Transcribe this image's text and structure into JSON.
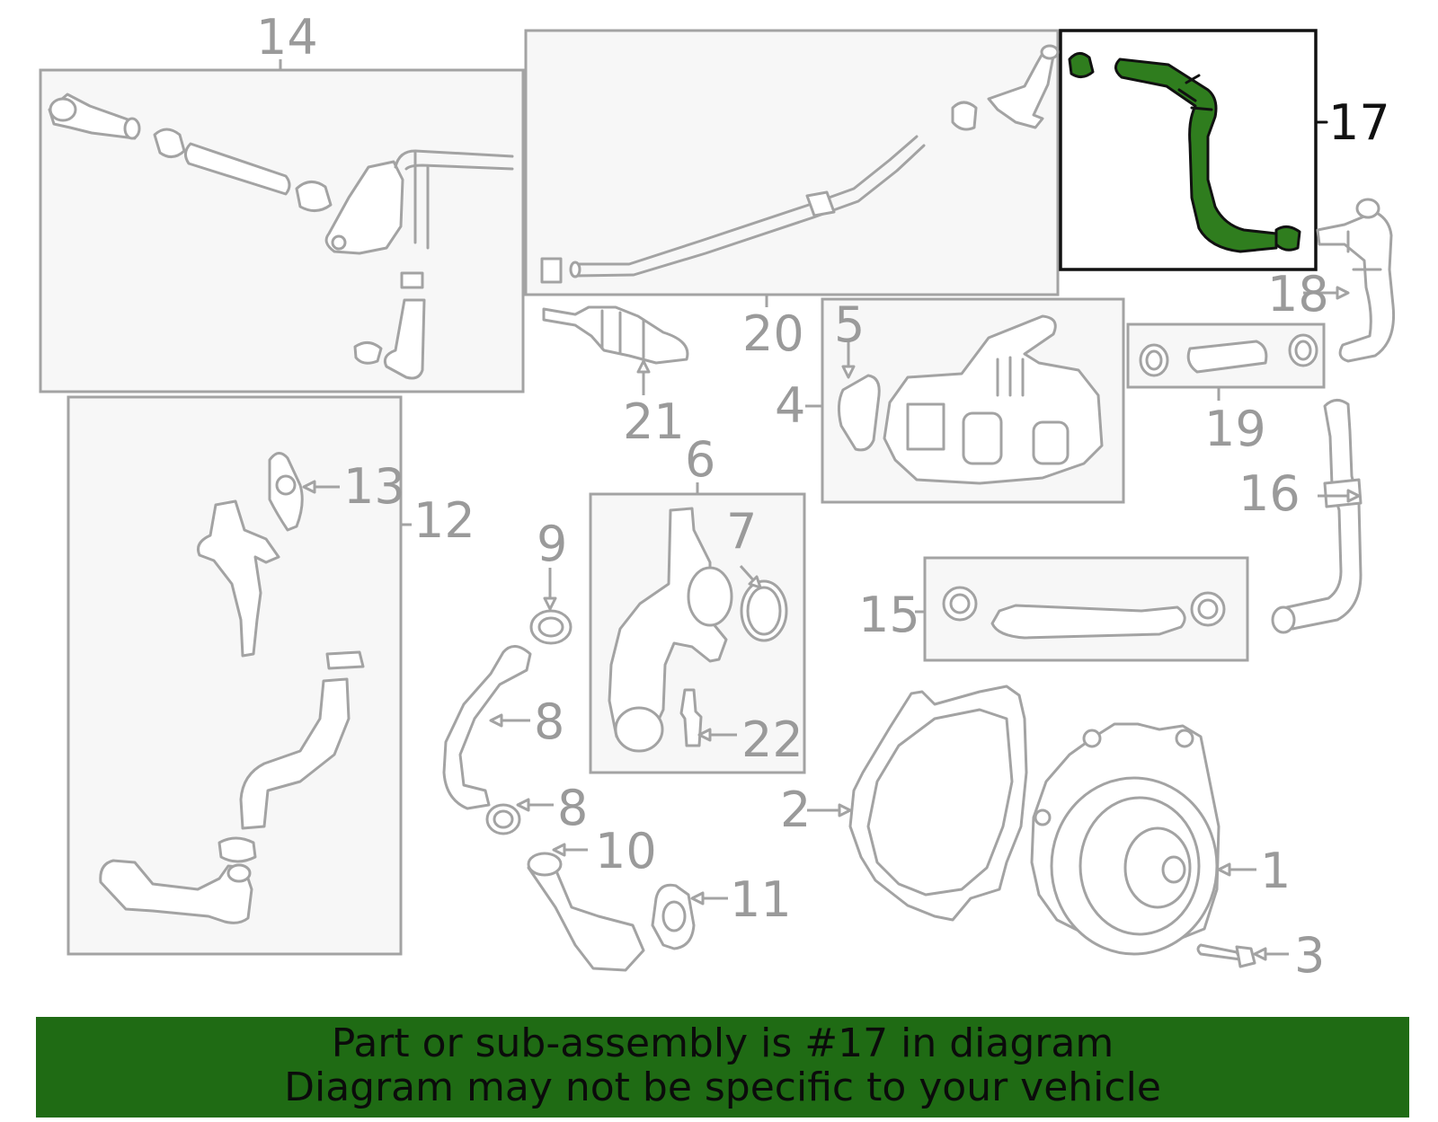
{
  "diagram": {
    "highlight_part": "17",
    "highlight_color": "#2f7d1e",
    "banner_color": "#1f6b14",
    "callouts": {
      "c1": "1",
      "c2": "2",
      "c3": "3",
      "c4": "4",
      "c5": "5",
      "c6": "6",
      "c7": "7",
      "c8a": "8",
      "c8b": "8",
      "c9": "9",
      "c10": "10",
      "c11": "11",
      "c12": "12",
      "c13": "13",
      "c14": "14",
      "c15": "15",
      "c16": "16",
      "c17": "17",
      "c18": "18",
      "c19": "19",
      "c20": "20",
      "c21": "21",
      "c22": "22"
    }
  },
  "banner": {
    "line1": "Part or sub-assembly is #17 in diagram",
    "line2": "Diagram may not be specific to your vehicle"
  }
}
